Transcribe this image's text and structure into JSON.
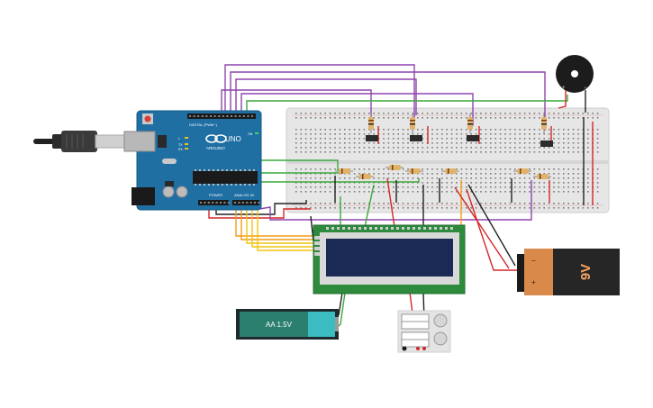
{
  "arduino": {
    "brand": "ARDUINO",
    "model": "UNO",
    "digital_header": "DIGITAL (PWM~)",
    "power_header": "POWER",
    "analog_header": "ANALOG IN",
    "tx_label": "TX",
    "rx_label": "RX",
    "l_label": "L",
    "on_label": "ON"
  },
  "battery_9v": {
    "label": "9V",
    "minus": "−",
    "plus": "+"
  },
  "battery_aa": {
    "label": "AA 1.5V"
  },
  "buzzer": {
    "plus": "+",
    "minus": "−"
  },
  "colors": {
    "arduino_blue": "#1f6fa3",
    "breadboard": "#e8e8e8",
    "wire_red": "#d62728",
    "wire_black": "#222222",
    "wire_green": "#3aa83a",
    "wire_purple": "#8e44ad",
    "wire_orange": "#f39c12",
    "wire_yellow": "#f1c40f",
    "lcd_pcb": "#2e8b3d",
    "lcd_screen": "#1b2a55",
    "battery_orange": "#d9894a",
    "aa_teal": "#3bbcc0"
  }
}
